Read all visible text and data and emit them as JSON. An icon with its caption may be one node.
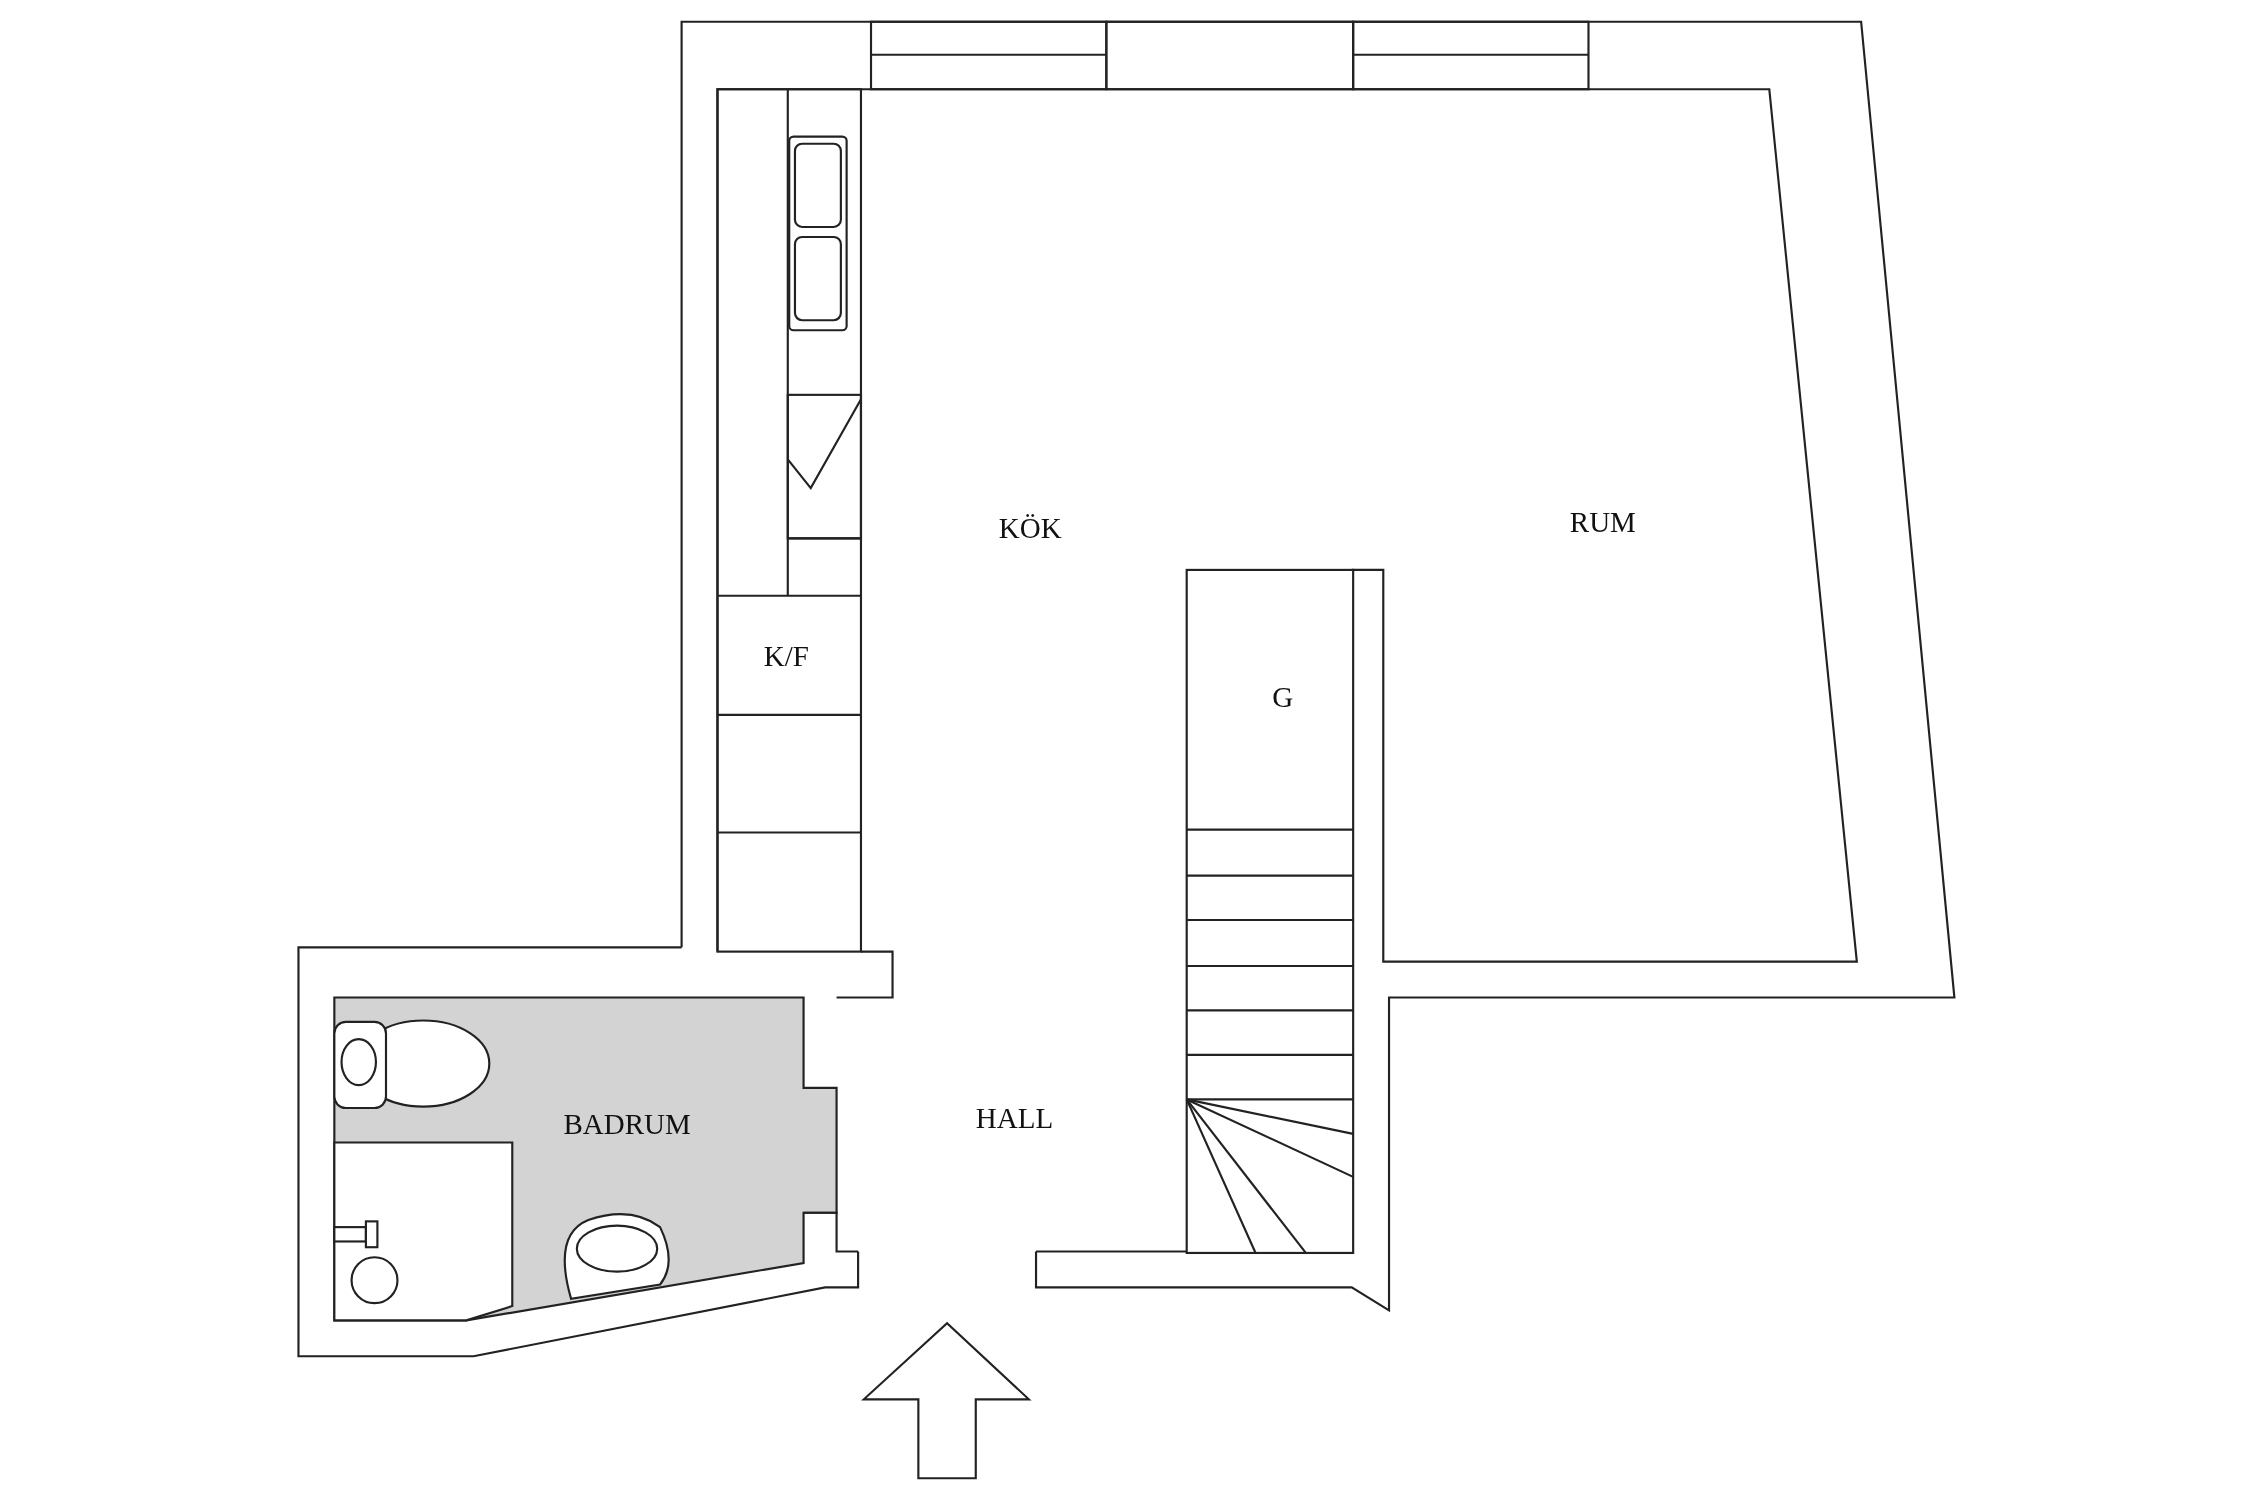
{
  "diagram": {
    "labels": [
      "KÖK",
      "RUM",
      "K/F",
      "G",
      "BADRUM",
      "HALL"
    ]
  }
}
